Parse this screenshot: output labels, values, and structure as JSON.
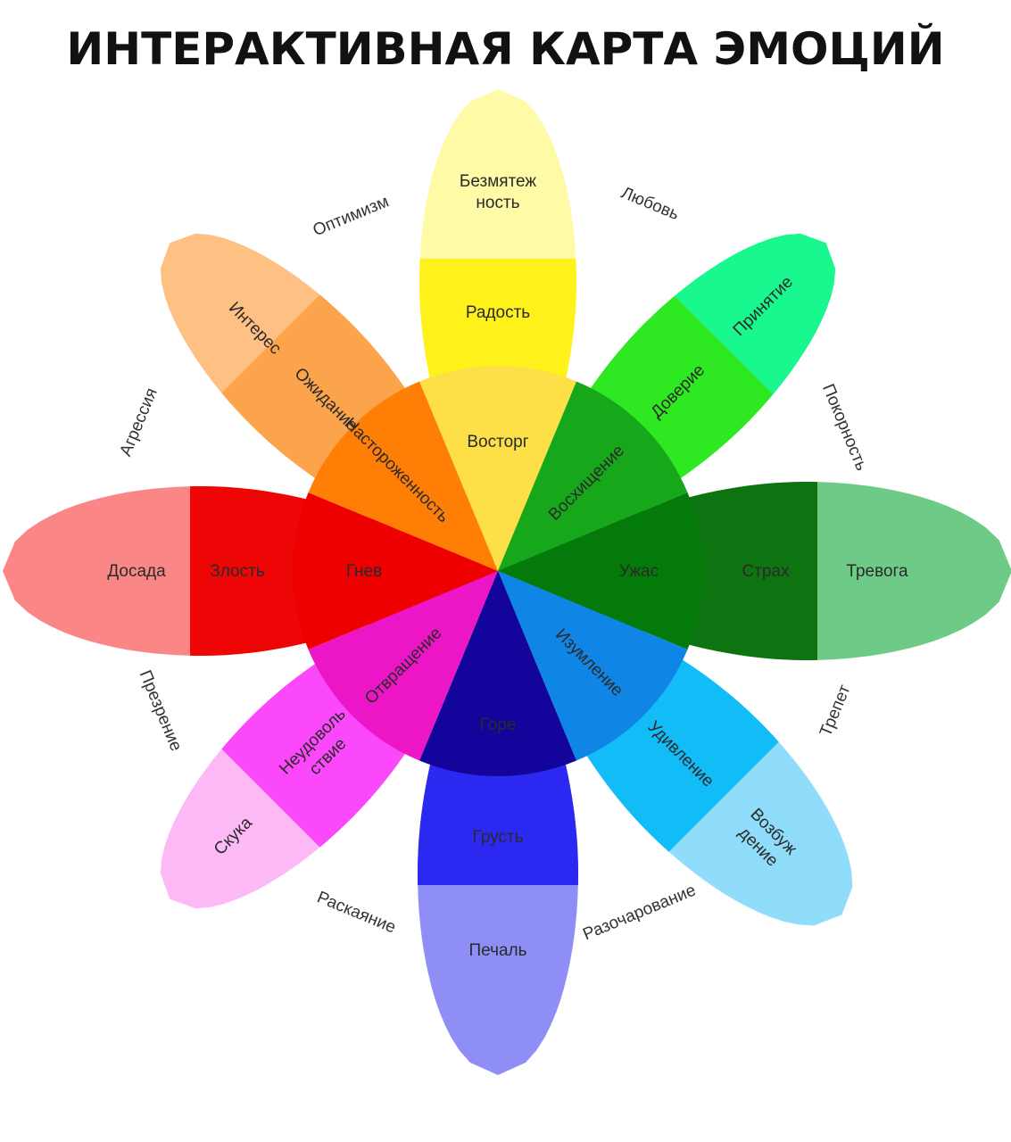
{
  "title": "ИНТЕРАКТИВНАЯ КАРТА ЭМОЦИЙ",
  "petals": [
    {
      "id": "joy",
      "bands": [
        "Восторг",
        "Радость",
        "Безмятеж\nность"
      ],
      "colors": [
        "#fde047",
        "#fff21a",
        "#fffaa6"
      ]
    },
    {
      "id": "trust",
      "bands": [
        "Восхищение",
        "Доверие",
        "Принятие"
      ],
      "colors": [
        "#16a81a",
        "#2ee821",
        "#19f88e"
      ]
    },
    {
      "id": "fear",
      "bands": [
        "Ужас",
        "Страх",
        "Тревога"
      ],
      "colors": [
        "#047a0a",
        "#0e7411",
        "#6dcb87"
      ]
    },
    {
      "id": "surprise",
      "bands": [
        "Изумление",
        "Удивление",
        "Возбуж\nдение"
      ],
      "colors": [
        "#0f86e6",
        "#12bdf7",
        "#8fdcfb"
      ]
    },
    {
      "id": "sadness",
      "bands": [
        "Горе",
        "Грусть",
        "Печаль"
      ],
      "colors": [
        "#13059b",
        "#2b28f2",
        "#8f8ef6"
      ]
    },
    {
      "id": "disgust",
      "bands": [
        "Отвращение",
        "Неудоволь\nствие",
        "Скука"
      ],
      "colors": [
        "#ec16c6",
        "#fb48fb",
        "#fdb9f6"
      ]
    },
    {
      "id": "anger",
      "bands": [
        "Гнев",
        "Злость",
        "Досада"
      ],
      "colors": [
        "#ef0000",
        "#ee0606",
        "#fb8686"
      ]
    },
    {
      "id": "anticipation",
      "bands": [
        "Настороженность",
        "Ожидание",
        "Интерес"
      ],
      "colors": [
        "#ff7f06",
        "#fba44c",
        "#fec083"
      ]
    }
  ],
  "outer_labels": [
    "Любовь",
    "Покорность",
    "Трепет",
    "Разочарование",
    "Раскаяние",
    "Презрение",
    "Агрессия",
    "Оптимизм"
  ]
}
